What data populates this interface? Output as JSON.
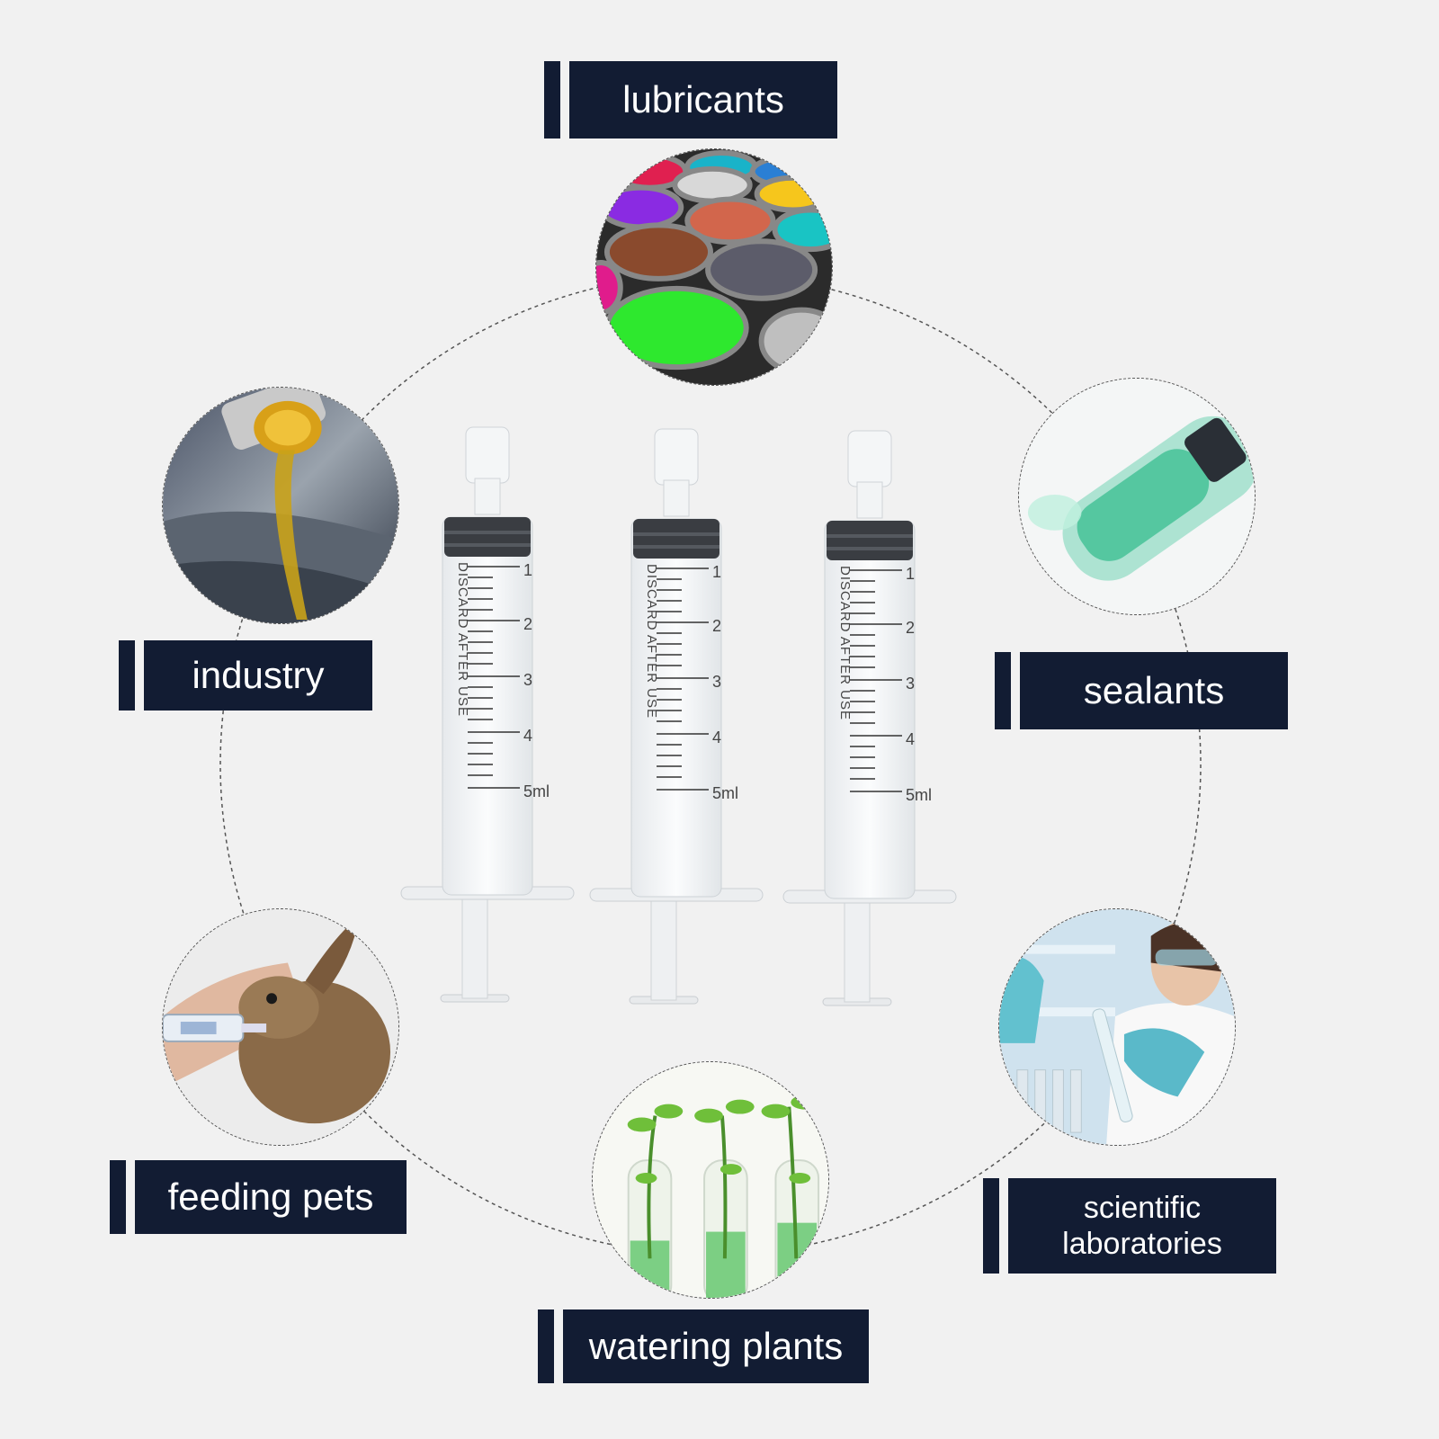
{
  "labels": {
    "lubricants": "lubricants",
    "industry": "industry",
    "sealants": "sealants",
    "feeding_pets": "feeding pets",
    "scientific_line1": "scientific",
    "scientific_line2": "laboratories",
    "watering_plants": "watering plants"
  },
  "syringe": {
    "side_text": "DISCARD AFTER USE",
    "scale": [
      "1",
      "2",
      "3",
      "4",
      "5ml"
    ]
  },
  "colors": {
    "label_background": "#121c33",
    "label_text": "#ffffff",
    "page_background": "#f1f1f1"
  },
  "icons": [
    "paint-cans-photo",
    "oil-pour-photo",
    "green-liquid-tube-photo",
    "rabbit-feeding-photo",
    "scientist-lab-photo",
    "plant-test-tubes-photo"
  ]
}
